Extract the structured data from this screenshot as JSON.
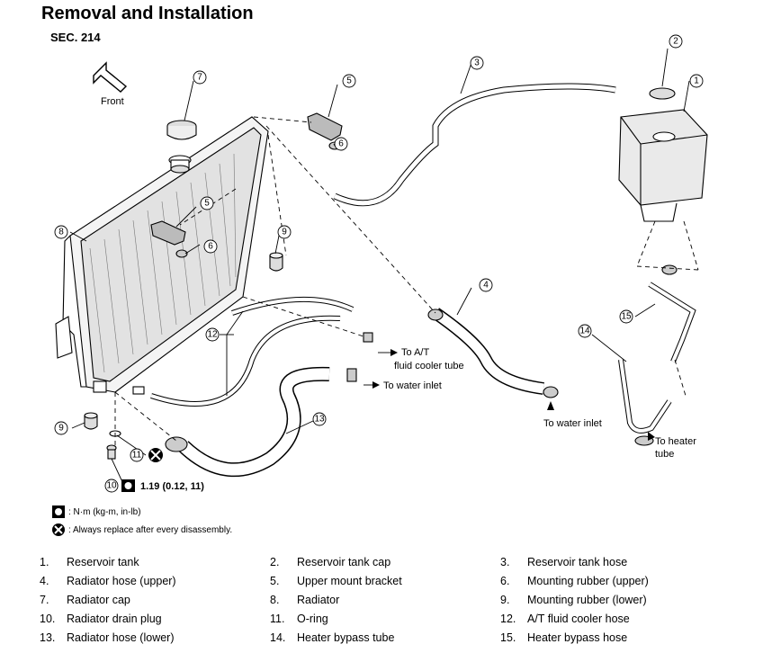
{
  "header": {
    "title": "Removal and Installation",
    "section": "SEC. 214"
  },
  "diagram": {
    "front_label": "Front",
    "callouts": [
      "1",
      "2",
      "3",
      "4",
      "5",
      "5",
      "6",
      "6",
      "7",
      "8",
      "9",
      "9",
      "10",
      "11",
      "12",
      "13",
      "14",
      "15"
    ],
    "annotations": {
      "to_at_line1": "To A/T",
      "to_at_line2": "fluid cooler tube",
      "to_water_inlet_left": "To water inlet",
      "to_water_inlet_right": "To water inlet",
      "to_heater_line1": "To heater",
      "to_heater_line2": "tube",
      "torque_spec": "1.19 (0.12, 11)"
    }
  },
  "legend": {
    "torque_text": ": N·m (kg-m, in-lb)",
    "replace_text": ": Always replace after every disassembly."
  },
  "parts": [
    {
      "num": "1.",
      "name": "Reservoir tank"
    },
    {
      "num": "2.",
      "name": "Reservoir tank cap"
    },
    {
      "num": "3.",
      "name": "Reservoir tank hose"
    },
    {
      "num": "4.",
      "name": "Radiator hose (upper)"
    },
    {
      "num": "5.",
      "name": "Upper mount bracket"
    },
    {
      "num": "6.",
      "name": "Mounting rubber (upper)"
    },
    {
      "num": "7.",
      "name": "Radiator cap"
    },
    {
      "num": "8.",
      "name": "Radiator"
    },
    {
      "num": "9.",
      "name": "Mounting rubber (lower)"
    },
    {
      "num": "10.",
      "name": "Radiator drain plug"
    },
    {
      "num": "11.",
      "name": "O-ring"
    },
    {
      "num": "12.",
      "name": "A/T fluid cooler hose"
    },
    {
      "num": "13.",
      "name": "Radiator hose (lower)"
    },
    {
      "num": "14.",
      "name": "Heater bypass tube"
    },
    {
      "num": "15.",
      "name": "Heater bypass hose"
    }
  ]
}
